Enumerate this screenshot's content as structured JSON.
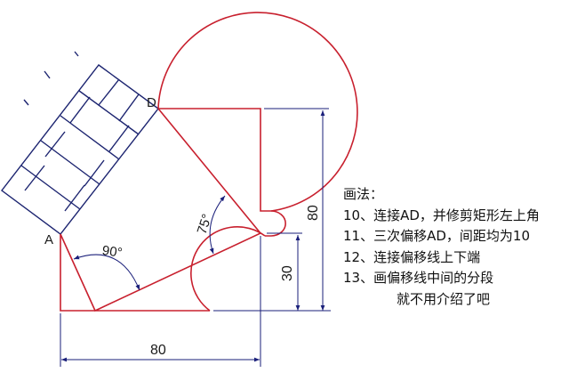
{
  "diagram": {
    "points": {
      "A": "A",
      "D": "D"
    },
    "dimensions": {
      "bottom_width": "80",
      "right_height": "80",
      "notch_height": "30",
      "angle_left": "90°",
      "angle_right": "75°"
    },
    "colors": {
      "outline": "#c8202e",
      "dimension": "#1a1f7a",
      "brick": "#1c2470"
    }
  },
  "notes": {
    "title": "画法：",
    "steps": [
      "10、连接AD，并修剪矩形左上角",
      "11、三次偏移AD，间距均为10",
      "12、连接偏移线上下端",
      "13、画偏移线中间的分段",
      "就不用介绍了吧"
    ]
  }
}
